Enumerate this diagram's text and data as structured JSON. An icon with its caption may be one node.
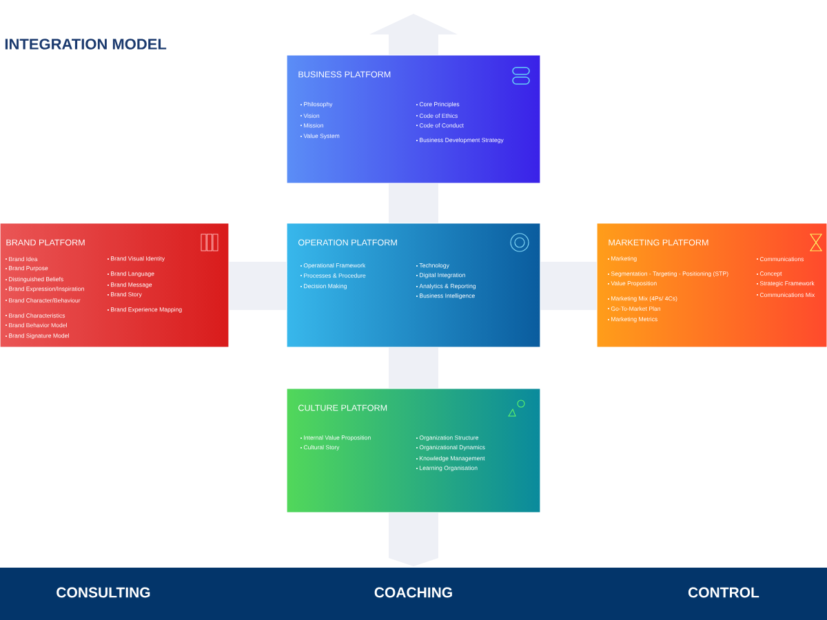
{
  "diagram": {
    "title": "INTEGRATION MODEL",
    "nodes": [
      {
        "text": [
          "BUSINESS PLATFORM",
          "Philosophy",
          "Vision",
          "Mission",
          "Value System",
          "Core Principles",
          "Code of Ethics",
          "Code of Conduct",
          "Business Development Strategy"
        ]
      },
      {
        "text": [
          "BRAND PLATFORM",
          "Brand Idea",
          "Brand Purpose",
          "Distinguished Beliefs",
          "Brand Expression/Inspiration",
          "Brand Character/Behaviour",
          "Brand Characteristics",
          "Brand Behavior Model",
          "Brand Signature Model",
          "Brand Visual Identity",
          "Brand Language",
          "Brand Message",
          "Brand Story",
          "Brand Experience Mapping"
        ]
      },
      {
        "text": [
          "OPERATION PLATFORM",
          "Operational Framework",
          "Processes & Procedure",
          "Decision Making",
          "Technology",
          "Digital Integration",
          "Analytics & Reporting",
          "Business Intelligence"
        ]
      },
      {
        "text": [
          "MARKETING PLATFORM",
          "Marketing",
          "Segmentation - Targeting - Positioning (STP)",
          "Value Proposition",
          "Marketing Mix (4Ps/ 4Cs)",
          "Go-To-Market Plan",
          "Marketing Metrics",
          "Communications",
          "Concept",
          "Strategic Framework",
          "Communications Mix"
        ]
      },
      {
        "text": [
          "CULTURE PLATFORM",
          "Internal Value Proposition",
          "Cultural Story",
          "Organization Structure",
          "Organizational Dynamics",
          "Knowledge Management",
          "Learning Organisation"
        ]
      }
    ],
    "labels": [
      "CONSULTING",
      "COACHING",
      "CONTROL"
    ]
  }
}
